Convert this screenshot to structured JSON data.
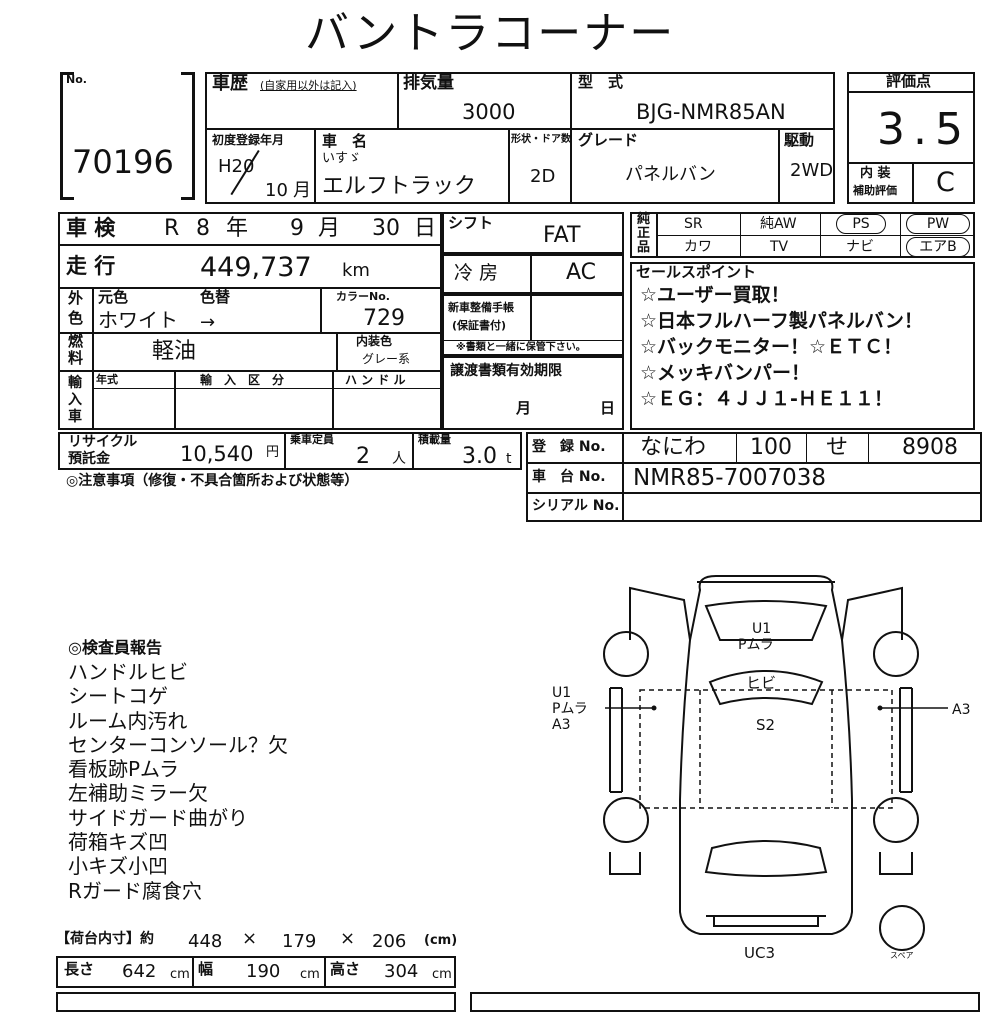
{
  "title": "バントラコーナー",
  "lot": {
    "no_label": "No.",
    "number": "70196"
  },
  "history": {
    "label": "車歴",
    "note": "(自家用以外は記入)"
  },
  "displacement": {
    "label": "排気量",
    "value": "3000"
  },
  "model": {
    "label": "型　式",
    "value": "BJG-NMR85AN"
  },
  "score": {
    "label": "評価点",
    "value": "3.5",
    "interior_label_1": "内 装",
    "interior_label_2": "補助評価",
    "interior_value": "C"
  },
  "first_reg": {
    "label": "初度登録年月",
    "year": "H20",
    "month": "10",
    "month_unit": "月"
  },
  "car_name": {
    "label": "車　名",
    "maker": "いすゞ",
    "value": "エルフトラック"
  },
  "body_door": {
    "label": "形状・ドア数",
    "value": "2D"
  },
  "grade": {
    "label": "グレード",
    "value": "パネルバン"
  },
  "drive": {
    "label": "駆動",
    "value": "2WD"
  },
  "inspection": {
    "label": "車 検",
    "era": "R",
    "year": "8",
    "year_unit": "年",
    "month": "9",
    "month_unit": "月",
    "day": "30",
    "day_unit": "日"
  },
  "shift": {
    "label": "シフト",
    "value": "FAT"
  },
  "equipment": {
    "label_1": "純",
    "label_2": "正",
    "label_3": "品",
    "row1": [
      "SR",
      "純AW",
      "PS",
      "PW"
    ],
    "row2": [
      "カワ",
      "TV",
      "ナビ",
      "エアB"
    ]
  },
  "mileage": {
    "label": "走 行",
    "value": "449,737",
    "unit": "km"
  },
  "ac": {
    "label": "冷 房",
    "value": "AC"
  },
  "sales_points": {
    "label": "セールスポイント",
    "items": [
      "☆ユーザー買取！",
      "☆日本フルハーフ製パネルバン！",
      "☆バックモニター！☆ＥＴＣ！",
      "☆メッキバンパー！",
      "☆ＥＧ：４ＪＪ１-ＨＥ１１！"
    ]
  },
  "color": {
    "label_1": "外",
    "label_2": "色",
    "original_label": "元色",
    "change_label": "色替",
    "value": "ホワイト",
    "arrow": "→",
    "code_label": "カラーNo.",
    "code": "729"
  },
  "warranty": {
    "label_1": "新車整備手帳",
    "label_2": "(保証書付)",
    "note": "※書類と一緒に保管下さい。"
  },
  "fuel": {
    "label_1": "燃",
    "label_2": "料",
    "value": "軽油",
    "interior_label": "内装色",
    "interior_value": "グレー系"
  },
  "import": {
    "label_1": "輸",
    "label_2": "入",
    "label_3": "車",
    "year_label": "年式",
    "type_label": "輸　入　区　分",
    "handle_label": "ハ ン ド ル"
  },
  "transfer": {
    "label": "譲渡書類有効期限",
    "month_unit": "月",
    "day_unit": "日"
  },
  "recycle": {
    "label_1": "リサイクル",
    "label_2": "預託金",
    "value": "10,540",
    "unit": "円"
  },
  "capacity": {
    "label": "乗車定員",
    "value": "2",
    "unit": "人"
  },
  "load": {
    "label": "積載量",
    "value": "3.0",
    "unit": "t"
  },
  "registration": {
    "label": "登　録 No.",
    "area": "なにわ",
    "class": "100",
    "kana": "せ",
    "number": "8908"
  },
  "chassis": {
    "label": "車　台 No.",
    "value": "NMR85-7007038"
  },
  "serial": {
    "label": "シリアル No."
  },
  "notes": {
    "label": "◎注意事項（修復・不具合箇所および状態等）"
  },
  "report": {
    "label": "◎検査員報告",
    "items": [
      "ハンドルヒビ",
      "シートコゲ",
      "ルーム内汚れ",
      "センターコンソール？欠",
      "看板跡Pムラ",
      "左補助ミラー欠",
      "サイドガード曲がり",
      "荷箱キズ凹",
      "小キズ小凹",
      "Rガード腐食穴"
    ]
  },
  "cargo": {
    "label": "【荷台内寸】約",
    "l": "448",
    "x1": "×",
    "w": "179",
    "x2": "×",
    "h": "206",
    "unit": "(cm)",
    "length_label": "長さ",
    "length": "642",
    "width_label": "幅",
    "width": "190",
    "height_label": "高さ",
    "height": "304",
    "cm": "cm"
  },
  "diagram": {
    "roof_u1": "U1",
    "roof_pmura": "Pムラ",
    "glass": "ヒビ",
    "left_u1": "U1",
    "left_pmura": "Pムラ",
    "left_a3": "A3",
    "center": "S2",
    "right_a3": "A3",
    "rear": "UC3",
    "spare": "スペア"
  }
}
